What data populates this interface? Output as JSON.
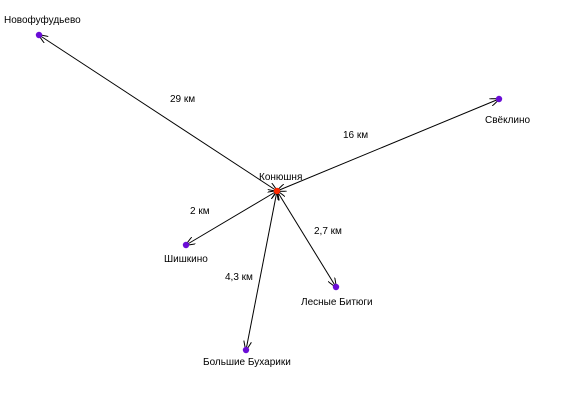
{
  "center": {
    "label": "Конюшня",
    "color": "#ff2a00"
  },
  "node_color": "#6a0dd6",
  "line_color": "#000000",
  "villages": [
    {
      "id": "novofufudyevo",
      "label": "Новофуфудьево",
      "distance": "29 км"
    },
    {
      "id": "svyoklino",
      "label": "Свёклино",
      "distance": "16 км"
    },
    {
      "id": "shishkino",
      "label": "Шишкино",
      "distance": "2 км"
    },
    {
      "id": "lesnye-bitogi",
      "label": "Лесные Битюги",
      "distance": "2,7 км"
    },
    {
      "id": "bolshie-bukhariki",
      "label": "Большие Бухарики",
      "distance": "4,3 км"
    }
  ]
}
